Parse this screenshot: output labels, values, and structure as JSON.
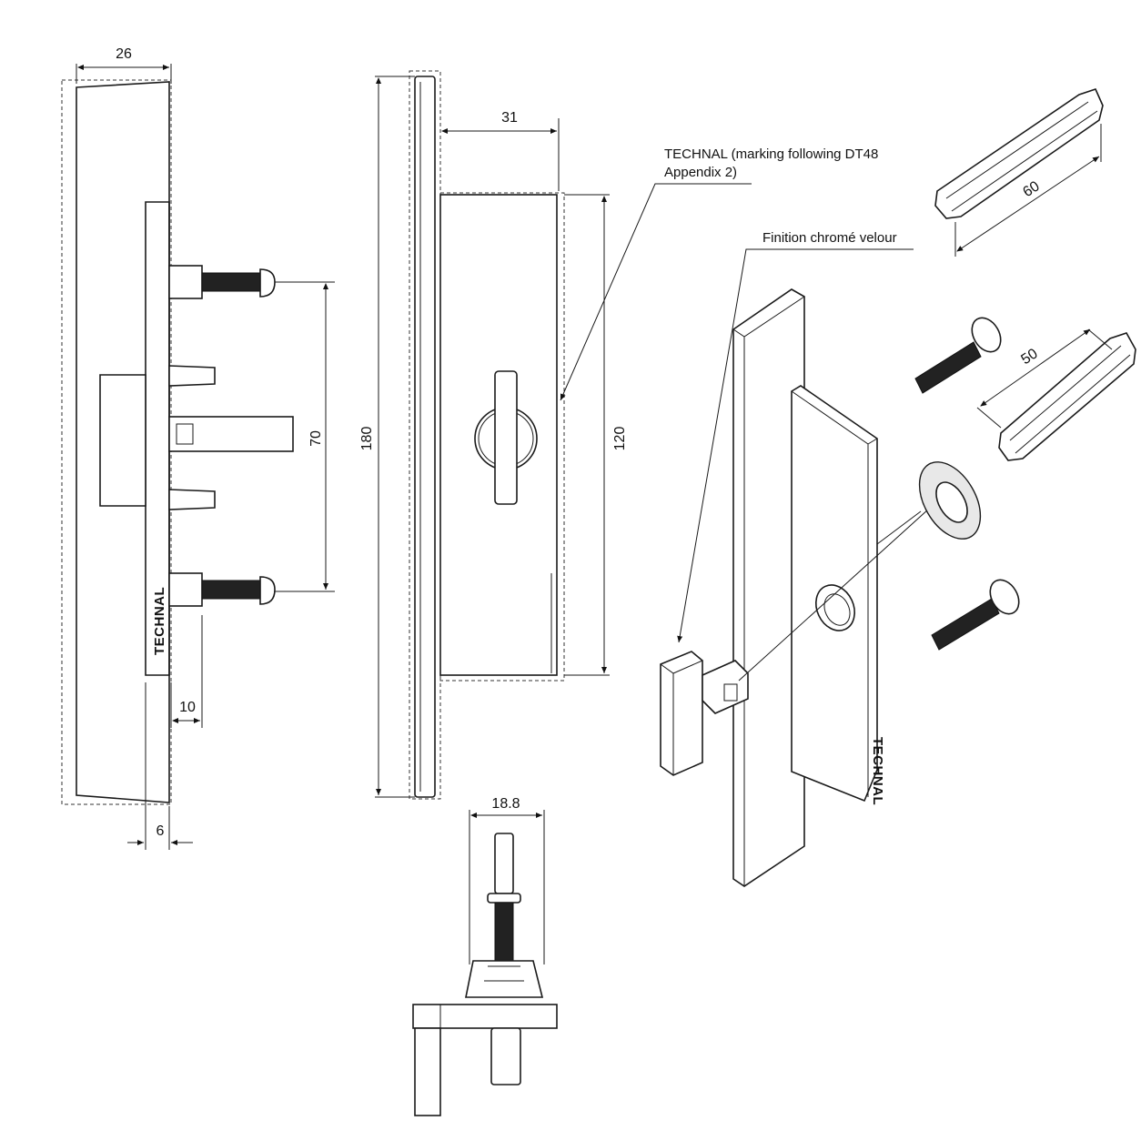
{
  "dimensions": {
    "d26": "26",
    "d31": "31",
    "d70": "70",
    "d180": "180",
    "d120": "120",
    "d10": "10",
    "d6": "6",
    "d18_8": "18.8",
    "d60": "60",
    "d50": "50"
  },
  "annotations": {
    "technal_marking_line1": "TECHNAL (marking following DT48",
    "technal_marking_line2": "Appendix 2)",
    "finish": "Finition chromé velour"
  },
  "logo": {
    "brand": "TECHNAL"
  }
}
